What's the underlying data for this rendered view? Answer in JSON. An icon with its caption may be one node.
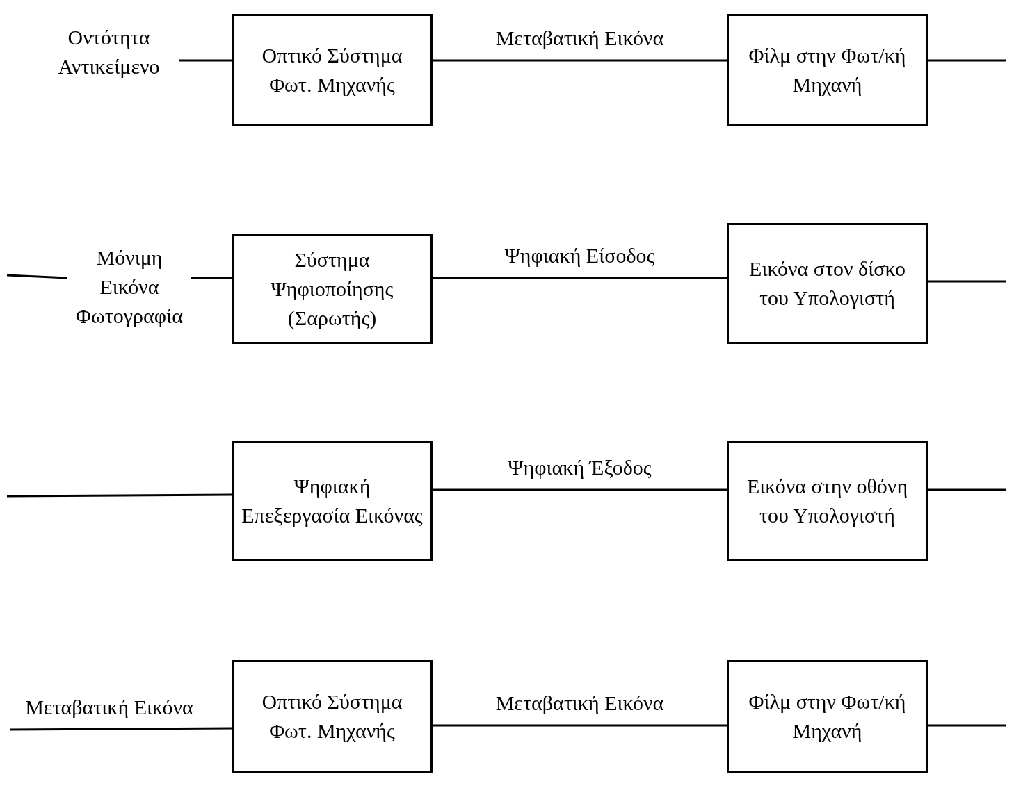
{
  "diagram": {
    "nodes": [
      {
        "text": [
          "Οντότητα Αντικείμενο"
        ]
      },
      {
        "text": [
          "Οπτικό Σύστημα Φωτ. Μηχανής"
        ]
      },
      {
        "text": [
          "Φίλμ στην Φωτ/κή Μηχανή"
        ]
      },
      {
        "text": [
          "Μόνιμη Εικόνα Φωτογραφία"
        ]
      },
      {
        "text": [
          "Σύστημα Ψηφιοποίησης (Σαρωτής)"
        ]
      },
      {
        "text": [
          "Εικόνα στον δίσκο του Υπολογιστή"
        ]
      },
      {
        "text": [
          "Ψηφιακή Επεξεργασία Εικόνας"
        ]
      },
      {
        "text": [
          "Εικόνα στην οθόνη του Υπολογιστή"
        ]
      },
      {
        "text": [
          "Οπτικό Σύστημα Φωτ. Μηχανής"
        ]
      },
      {
        "text": [
          "Φίλμ στην Φωτ/κή Μηχανή"
        ]
      }
    ],
    "edges": [
      {
        "from": 0,
        "to": 1,
        "arrow": "none"
      },
      {
        "from": 1,
        "to": 2,
        "arrow": "none",
        "label": "Μεταβατική Εικόνα"
      },
      {
        "from": 2,
        "to": null,
        "arrow": "none"
      },
      {
        "from": null,
        "to": 3,
        "arrow": "none"
      },
      {
        "from": 3,
        "to": 4,
        "arrow": "none"
      },
      {
        "from": 4,
        "to": 5,
        "arrow": "none",
        "label": "Ψηφιακή Είσοδος"
      },
      {
        "from": 5,
        "to": null,
        "arrow": "none"
      },
      {
        "from": null,
        "to": 6,
        "arrow": "none"
      },
      {
        "from": 6,
        "to": 7,
        "arrow": "none",
        "label": "Ψηφιακή Έξοδος"
      },
      {
        "from": 7,
        "to": null,
        "arrow": "none"
      },
      {
        "from": null,
        "to": 8,
        "arrow": "none",
        "label": "Μεταβατική Εικόνα"
      },
      {
        "from": 8,
        "to": 9,
        "arrow": "none",
        "label": "Μεταβατική Εικόνα"
      },
      {
        "from": 9,
        "to": null,
        "arrow": "none"
      }
    ]
  }
}
